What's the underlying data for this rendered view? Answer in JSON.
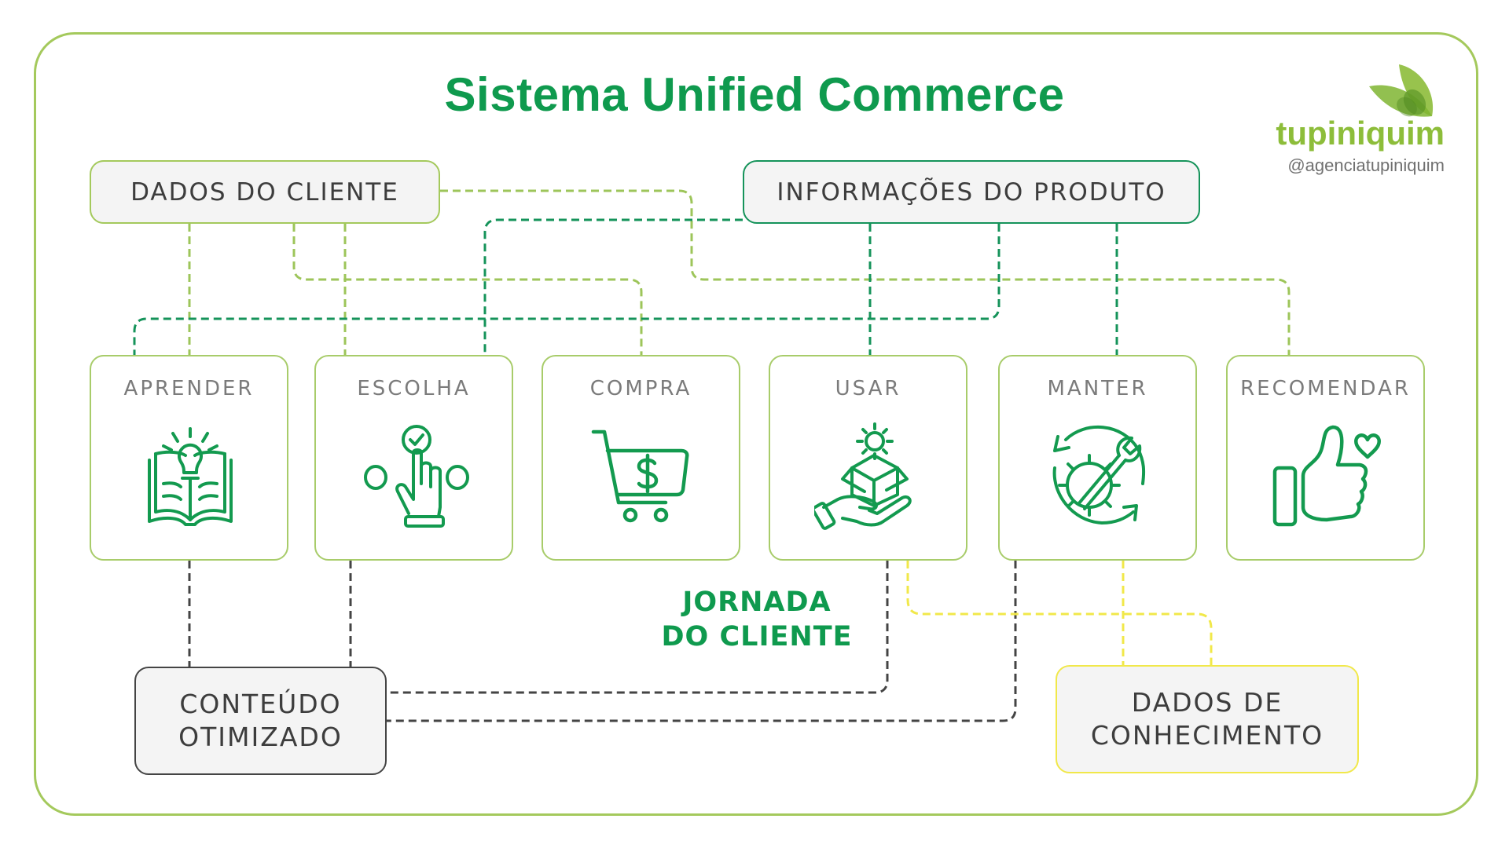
{
  "title": "Sistema Unified Commerce",
  "brand": {
    "name": "tupiniquim",
    "handle": "@agenciatupiniquim",
    "leaf_colors": [
      "#8dbd3a",
      "#6fa52c",
      "#4f8a1f"
    ]
  },
  "colors": {
    "title": "#0f9a4e",
    "frame": "#a4c95c",
    "customer_data_line": "#9dc55a",
    "product_info_line": "#15935a",
    "content_line": "#444444",
    "knowledge_line": "#f1e84a",
    "icon": "#139a4f"
  },
  "sources": {
    "customer_data": "DADOS DO CLIENTE",
    "product_info": "INFORMAÇÕES DO PRODUTO"
  },
  "journey": {
    "label_line1": "JORNADA",
    "label_line2": "DO CLIENTE",
    "stages": [
      {
        "label": "APRENDER",
        "icon": "book-lightbulb-icon"
      },
      {
        "label": "ESCOLHA",
        "icon": "hand-select-icon"
      },
      {
        "label": "COMPRA",
        "icon": "shopping-cart-dollar-icon"
      },
      {
        "label": "USAR",
        "icon": "hand-box-gear-icon"
      },
      {
        "label": "MANTER",
        "icon": "gear-wrench-cycle-icon"
      },
      {
        "label": "RECOMENDAR",
        "icon": "thumbs-up-heart-icon"
      }
    ]
  },
  "outputs": {
    "optimized_content_line1": "CONTEÚDO",
    "optimized_content_line2": "OTIMIZADO",
    "knowledge_data_line1": "DADOS DE",
    "knowledge_data_line2": "CONHECIMENTO"
  },
  "connections": [
    {
      "from": "DADOS DO CLIENTE",
      "to": [
        "APRENDER",
        "ESCOLHA",
        "COMPRA",
        "RECOMENDAR"
      ]
    },
    {
      "from": "INFORMAÇÕES DO PRODUTO",
      "to": [
        "APRENDER",
        "ESCOLHA",
        "USAR",
        "MANTER"
      ]
    },
    {
      "from": [
        "APRENDER",
        "ESCOLHA",
        "USAR",
        "MANTER"
      ],
      "to": "CONTEÚDO OTIMIZADO"
    },
    {
      "from": [
        "USAR",
        "MANTER"
      ],
      "to": "DADOS DE CONHECIMENTO"
    }
  ]
}
